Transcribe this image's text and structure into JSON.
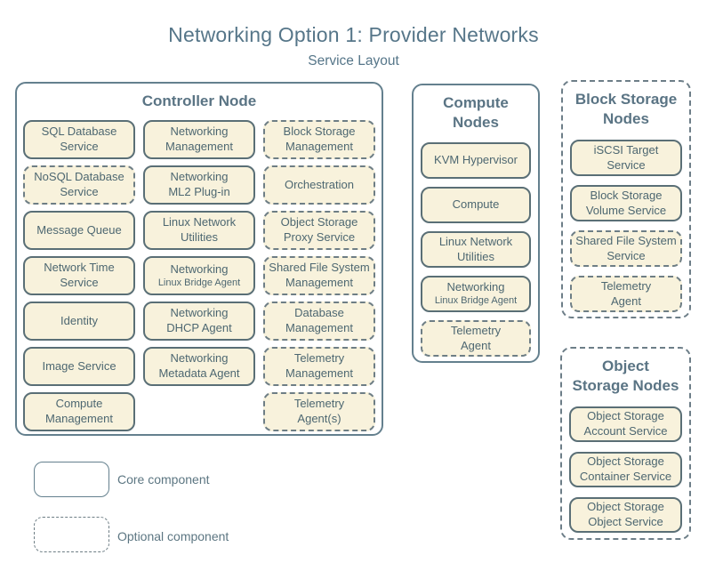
{
  "page": {
    "title": "Networking Option 1: Provider Networks",
    "subtitle": "Service Layout"
  },
  "colors": {
    "background": "#ffffff",
    "box_fill": "#f8f2dc",
    "box_border_solid": "#5a6f76",
    "box_border_dashed": "#6e7e85",
    "container_border": "#64808e",
    "box_text": "#4d6771",
    "heading_text": "#5a7484",
    "title_text": "#567689"
  },
  "controller": {
    "title": "Controller Node",
    "boxes": [
      {
        "label": "SQL Database\nService",
        "type": "core"
      },
      {
        "label": "Networking\nManagement",
        "type": "core"
      },
      {
        "label": "Block Storage\nManagement",
        "type": "optional"
      },
      {
        "label": "NoSQL Database\nService",
        "type": "optional"
      },
      {
        "label": "Networking\nML2 Plug-in",
        "type": "core"
      },
      {
        "label": "Orchestration",
        "type": "optional"
      },
      {
        "label": "Message Queue",
        "type": "core"
      },
      {
        "label": "Linux Network\nUtilities",
        "type": "core"
      },
      {
        "label": "Object Storage\nProxy Service",
        "type": "optional"
      },
      {
        "label": "Network Time\nService",
        "type": "core"
      },
      {
        "label": "Networking",
        "sublabel": "Linux Bridge Agent",
        "type": "core"
      },
      {
        "label": "Shared File System\nManagement",
        "type": "optional"
      },
      {
        "label": "Identity",
        "type": "core"
      },
      {
        "label": "Networking\nDHCP Agent",
        "type": "core"
      },
      {
        "label": "Database\nManagement",
        "type": "optional"
      },
      {
        "label": "Image Service",
        "type": "core"
      },
      {
        "label": "Networking\nMetadata Agent",
        "type": "core"
      },
      {
        "label": "Telemetry\nManagement",
        "type": "optional"
      },
      {
        "label": "Compute\nManagement",
        "type": "core"
      },
      {
        "label": "Telemetry\nAgent(s)",
        "type": "optional"
      }
    ]
  },
  "compute": {
    "title": "Compute\nNodes",
    "boxes": [
      {
        "label": "KVM Hypervisor",
        "type": "core"
      },
      {
        "label": "Compute",
        "type": "core"
      },
      {
        "label": "Linux Network\nUtilities",
        "type": "core"
      },
      {
        "label": "Networking",
        "sublabel": "Linux Bridge Agent",
        "type": "core"
      },
      {
        "label": "Telemetry\nAgent",
        "type": "optional"
      }
    ]
  },
  "block_storage": {
    "title": "Block Storage\nNodes",
    "boxes": [
      {
        "label": "iSCSI Target\nService",
        "type": "core"
      },
      {
        "label": "Block Storage\nVolume Service",
        "type": "core"
      },
      {
        "label": "Shared File System\nService",
        "type": "optional"
      },
      {
        "label": "Telemetry\nAgent",
        "type": "optional"
      }
    ]
  },
  "object_storage": {
    "title": "Object\nStorage Nodes",
    "boxes": [
      {
        "label": "Object Storage\nAccount Service",
        "type": "core"
      },
      {
        "label": "Object Storage\nContainer Service",
        "type": "core"
      },
      {
        "label": "Object Storage\nObject Service",
        "type": "core"
      }
    ]
  },
  "legend": {
    "core_label": "Core component",
    "optional_label": "Optional component"
  }
}
